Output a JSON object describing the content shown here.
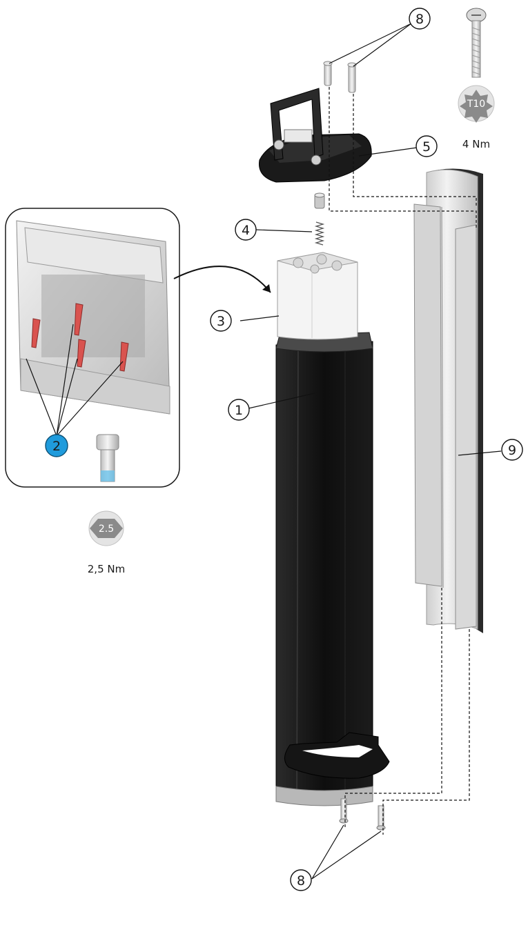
{
  "diagram": {
    "callouts": {
      "c1": "1",
      "c2": "2",
      "c3": "3",
      "c4": "4",
      "c5": "5",
      "c8_top": "8",
      "c8_bottom": "8",
      "c9": "9"
    },
    "tools": {
      "torx_label": "T10",
      "hex_label": "2.5"
    },
    "torques": {
      "top_screw": "4 Nm",
      "inset_screw": "2,5 Nm"
    },
    "colors": {
      "callout_2_fill": "#1f9bdc",
      "screw_red": "#d9534f",
      "housing_black": "#161616",
      "cover_aluminium": "#e6e6e6"
    }
  }
}
